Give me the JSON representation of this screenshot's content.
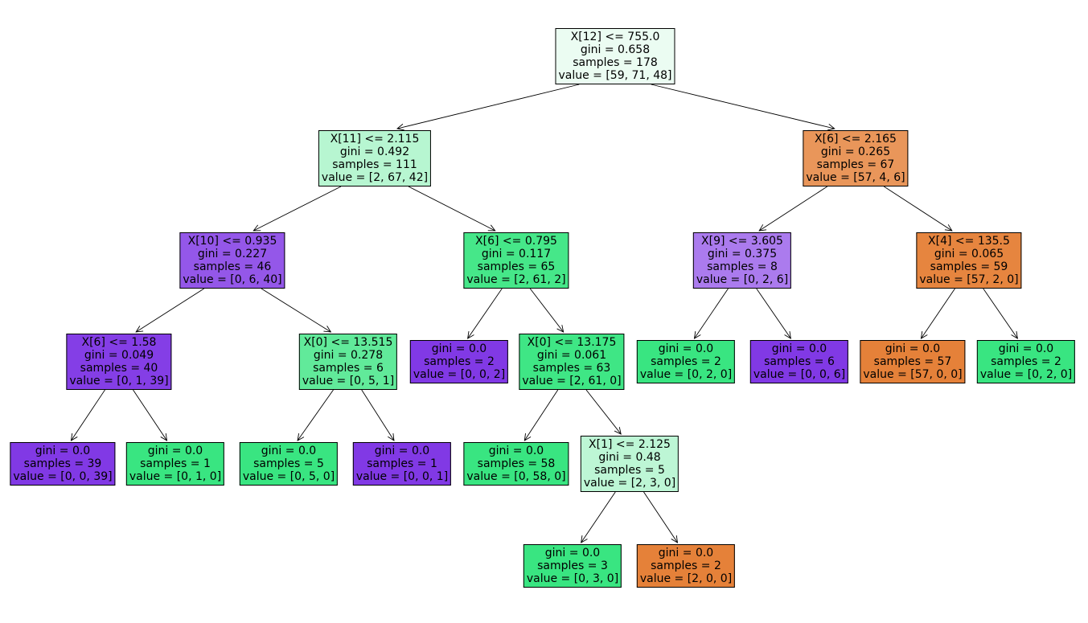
{
  "nodes": [
    {
      "id": 0,
      "lines": [
        "X[12] <= 755.0",
        "gini = 0.658",
        "samples = 178",
        "value = [59, 71, 48]"
      ],
      "fill": "#ebfcf2"
    },
    {
      "id": 1,
      "lines": [
        "X[11] <= 2.115",
        "gini = 0.492",
        "samples = 111",
        "value = [2, 67, 42]"
      ],
      "fill": "#b7f6d1"
    },
    {
      "id": 2,
      "lines": [
        "X[6] <= 2.165",
        "gini = 0.265",
        "samples = 67",
        "value = [57, 4, 6]"
      ],
      "fill": "#e9965a"
    },
    {
      "id": 3,
      "lines": [
        "X[10] <= 0.935",
        "gini = 0.227",
        "samples = 46",
        "value = [0, 6, 40]"
      ],
      "fill": "#9457e9"
    },
    {
      "id": 4,
      "lines": [
        "X[6] <= 0.795",
        "gini = 0.117",
        "samples = 65",
        "value = [2, 61, 2]"
      ],
      "fill": "#46e789"
    },
    {
      "id": 5,
      "lines": [
        "X[9] <= 3.605",
        "gini = 0.375",
        "samples = 8",
        "value = [0, 2, 6]"
      ],
      "fill": "#ab7bee"
    },
    {
      "id": 6,
      "lines": [
        "X[4] <= 135.5",
        "gini = 0.065",
        "samples = 59",
        "value = [57, 2, 0]"
      ],
      "fill": "#e6853f"
    },
    {
      "id": 7,
      "lines": [
        "X[6] <= 1.58",
        "gini = 0.049",
        "samples = 40",
        "value = [0, 1, 39]"
      ],
      "fill": "#843ee6"
    },
    {
      "id": 8,
      "lines": [
        "X[0] <= 13.515",
        "gini = 0.278",
        "samples = 6",
        "value = [0, 5, 1]"
      ],
      "fill": "#61ea9a"
    },
    {
      "id": 9,
      "lines": [
        "gini = 0.0",
        "samples = 2",
        "value = [0, 0, 2]"
      ],
      "fill": "#8139e5"
    },
    {
      "id": 10,
      "lines": [
        "X[0] <= 13.175",
        "gini = 0.061",
        "samples = 63",
        "value = [2, 61, 0]"
      ],
      "fill": "#3fe685"
    },
    {
      "id": 11,
      "lines": [
        "gini = 0.0",
        "samples = 2",
        "value = [0, 2, 0]"
      ],
      "fill": "#39e581"
    },
    {
      "id": 12,
      "lines": [
        "gini = 0.0",
        "samples = 6",
        "value = [0, 0, 6]"
      ],
      "fill": "#8139e5"
    },
    {
      "id": 13,
      "lines": [
        "gini = 0.0",
        "samples = 57",
        "value = [57, 0, 0]"
      ],
      "fill": "#e58139"
    },
    {
      "id": 14,
      "lines": [
        "gini = 0.0",
        "samples = 2",
        "value = [0, 2, 0]"
      ],
      "fill": "#39e581"
    },
    {
      "id": 15,
      "lines": [
        "gini = 0.0",
        "samples = 39",
        "value = [0, 0, 39]"
      ],
      "fill": "#8139e5"
    },
    {
      "id": 16,
      "lines": [
        "gini = 0.0",
        "samples = 1",
        "value = [0, 1, 0]"
      ],
      "fill": "#39e581"
    },
    {
      "id": 17,
      "lines": [
        "gini = 0.0",
        "samples = 5",
        "value = [0, 5, 0]"
      ],
      "fill": "#39e581"
    },
    {
      "id": 18,
      "lines": [
        "gini = 0.0",
        "samples = 1",
        "value = [0, 0, 1]"
      ],
      "fill": "#8139e5"
    },
    {
      "id": 19,
      "lines": [
        "gini = 0.0",
        "samples = 58",
        "value = [0, 58, 0]"
      ],
      "fill": "#39e581"
    },
    {
      "id": 20,
      "lines": [
        "X[1] <= 2.125",
        "gini = 0.48",
        "samples = 5",
        "value = [2, 3, 0]"
      ],
      "fill": "#bdf6d5"
    },
    {
      "id": 21,
      "lines": [
        "gini = 0.0",
        "samples = 3",
        "value = [0, 3, 0]"
      ],
      "fill": "#39e581"
    },
    {
      "id": 22,
      "lines": [
        "gini = 0.0",
        "samples = 2",
        "value = [2, 0, 0]"
      ],
      "fill": "#e58139"
    }
  ],
  "edges": [
    [
      0,
      1
    ],
    [
      0,
      2
    ],
    [
      1,
      3
    ],
    [
      1,
      4
    ],
    [
      3,
      7
    ],
    [
      3,
      8
    ],
    [
      7,
      15
    ],
    [
      7,
      16
    ],
    [
      8,
      17
    ],
    [
      8,
      18
    ],
    [
      4,
      9
    ],
    [
      4,
      10
    ],
    [
      10,
      19
    ],
    [
      10,
      20
    ],
    [
      20,
      21
    ],
    [
      20,
      22
    ],
    [
      2,
      5
    ],
    [
      2,
      6
    ],
    [
      5,
      11
    ],
    [
      5,
      12
    ],
    [
      6,
      13
    ],
    [
      6,
      14
    ]
  ]
}
